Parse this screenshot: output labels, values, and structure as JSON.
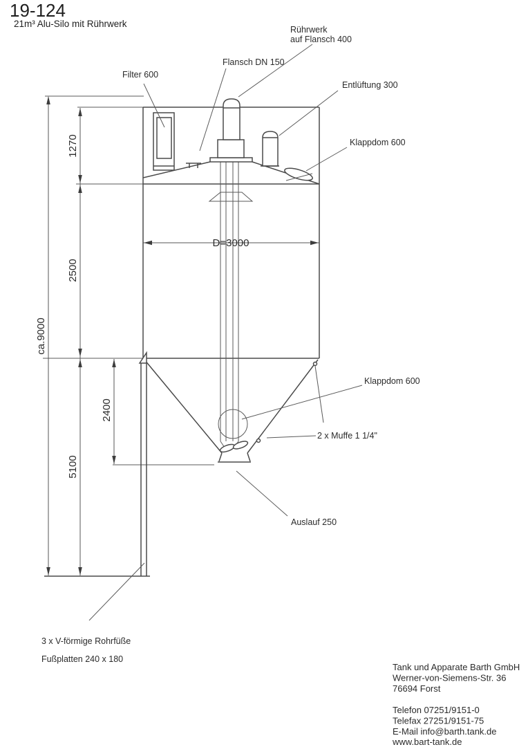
{
  "header": {
    "title": "19-124",
    "subtitle": "21m³ Alu-Silo mit Rührwerk"
  },
  "labels": {
    "ruehrwerk_line1": "Rührwerk",
    "ruehrwerk_line2": "auf Flansch 400",
    "flansch": "Flansch DN 150",
    "filter": "Filter 600",
    "entlueftung": "Entlüftung 300",
    "klappdom_top": "Klappdom 600",
    "klappdom_cone": "Klappdom 600",
    "muffe": "2 x Muffe 1 1/4\"",
    "auslauf": "Auslauf 250",
    "fuesse": "3 x V-förmige Rohrfüße",
    "fussplatten": "Fußplatten 240 x 180"
  },
  "dimensions": {
    "total_height": "ca.9000",
    "roof_height": "1270",
    "cylinder_height": "2500",
    "cone_height": "2400",
    "leg_height": "5100",
    "diameter": "D=3000"
  },
  "company": {
    "name": "Tank und Apparate Barth GmbH",
    "street": "Werner-von-Siemens-Str. 36",
    "city": "76694 Forst",
    "phone": "Telefon 07251/9151-0",
    "fax": "Telefax 27251/9151-75",
    "email": "E-Mail info@barth.tank.de",
    "web": "www.bart-tank.de"
  }
}
